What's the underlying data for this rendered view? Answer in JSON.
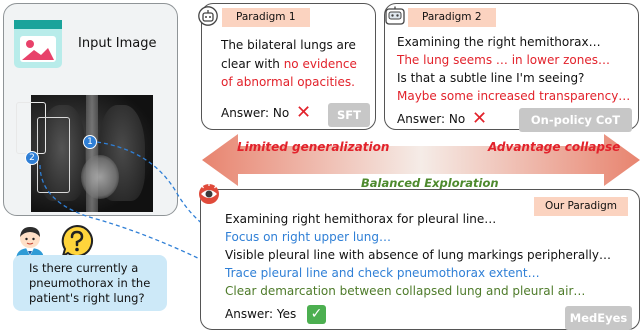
{
  "input": {
    "label": "Input Image",
    "badges": [
      "1",
      "2"
    ]
  },
  "question": {
    "lines": [
      "Is there currently a",
      "pneumothorax in the",
      "patient's right lung?"
    ]
  },
  "paradigm1": {
    "tag": "Paradigm 1",
    "line1": "The bilateral lungs are",
    "line2_plain": "clear with ",
    "line2_red": "no evidence",
    "line3_red": "of abnormal opacities.",
    "answer": "Answer: No",
    "method": "SFT"
  },
  "paradigm2": {
    "tag": "Paradigm 2",
    "line1": "Examining the right hemithorax…",
    "line2_red": "The lung seems … in lower zones…",
    "line3": "Is that a subtle line I'm seeing?",
    "line4_red": "Maybe some increased transparency…",
    "answer": "Answer: No",
    "method": "On-policy CoT"
  },
  "band": {
    "left_label": "Limited generalization",
    "right_label": "Advantage collapse",
    "middle_label": "Balanced Exploration",
    "colors": {
      "left": "#e8846f",
      "right": "#e8846f",
      "center": "#f4e8e2",
      "label_red": "#e2222b",
      "label_green": "#4e8a2e"
    }
  },
  "ours": {
    "tag": "Our Paradigm",
    "lines": [
      {
        "text": "Examining right hemithorax for pleural line…",
        "color": "black"
      },
      {
        "text": "Focus on right upper lung…",
        "color": "blue"
      },
      {
        "text": "Visible pleural line with absence of lung markings peripherally…",
        "color": "black"
      },
      {
        "text": "Trace pleural line and check pneumothorax extent…",
        "color": "blue"
      },
      {
        "text": "Clear demarcation between collapsed lung and pleural air…",
        "color": "green"
      }
    ],
    "answer": "Answer: Yes",
    "method": "MedEyes"
  },
  "icons": {
    "input": "image-icon",
    "robot1": "robot-icon",
    "robot2": "robot-icon",
    "eye": "eye-icon",
    "user": "doctor-avatar-icon",
    "question": "question-bubble-icon",
    "wrong": "cross-icon",
    "right": "check-icon"
  }
}
